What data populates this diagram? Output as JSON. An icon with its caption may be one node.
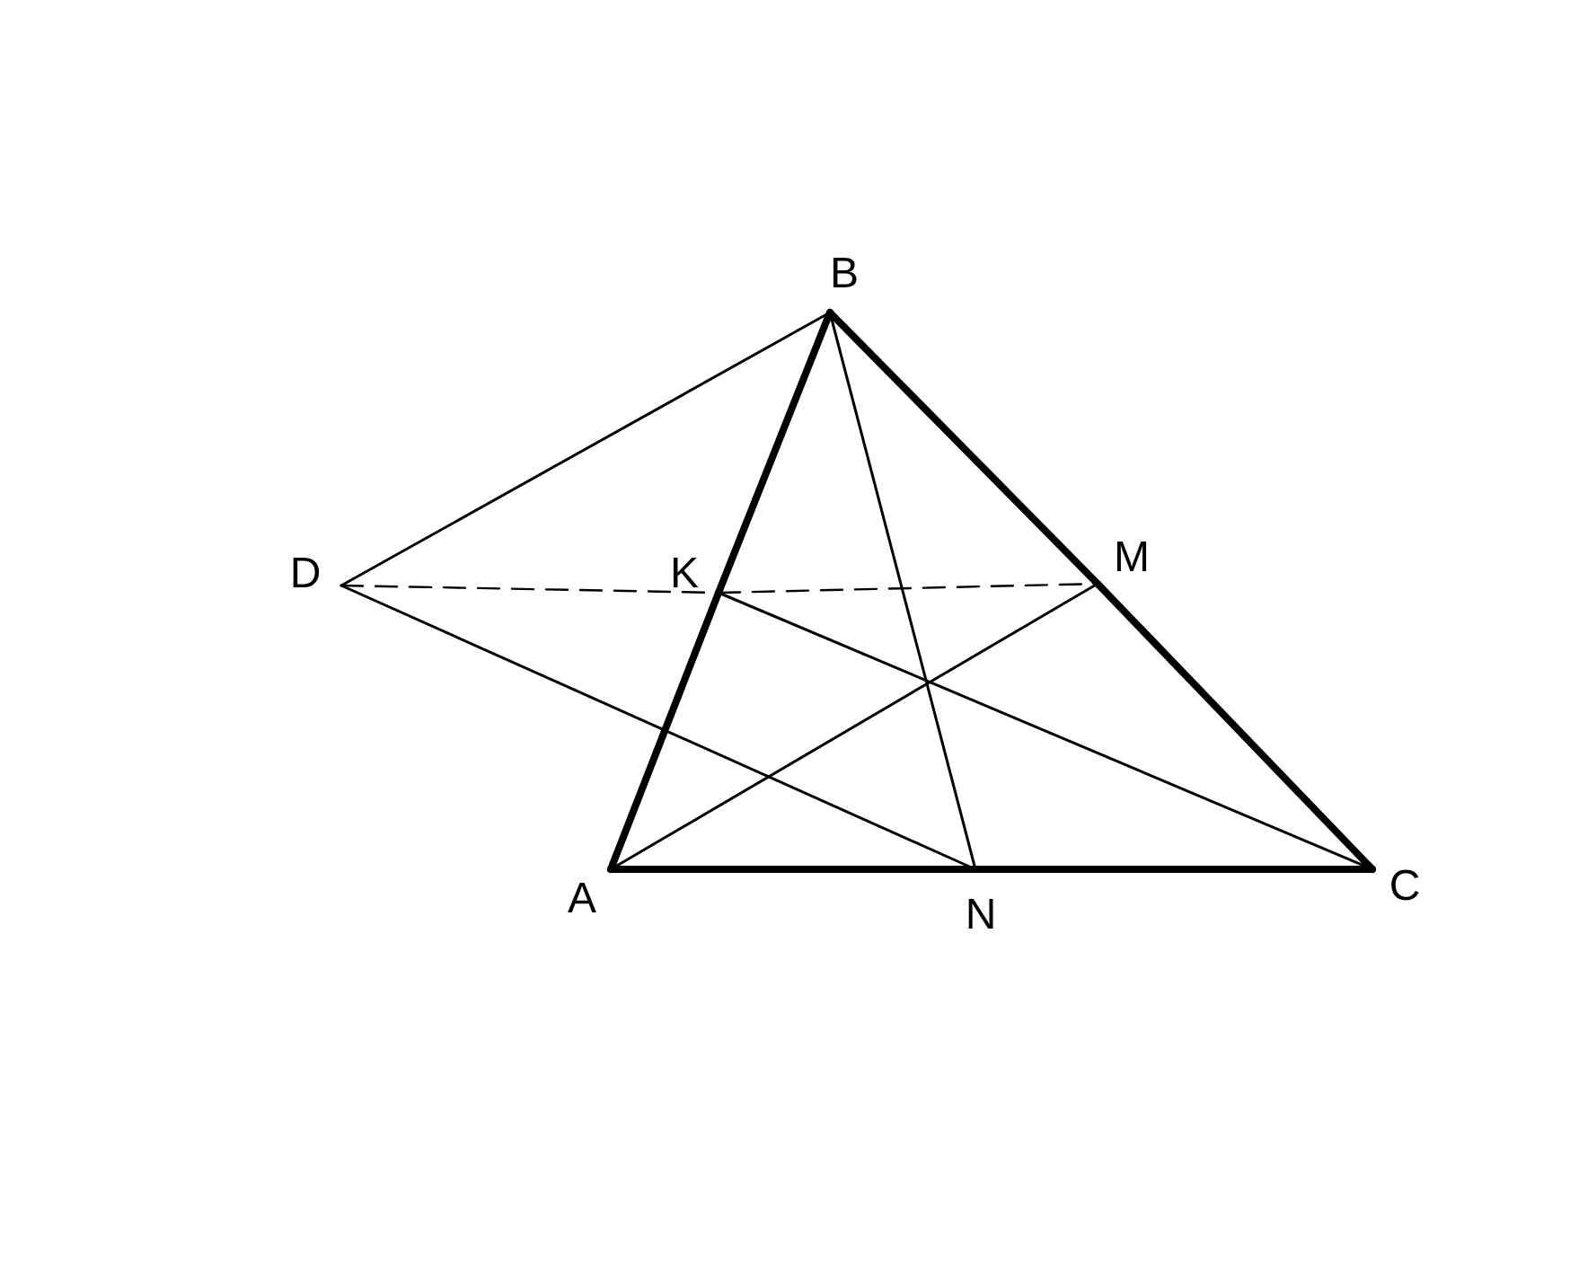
{
  "diagram": {
    "nodes": [
      {
        "text": [
          "A"
        ]
      },
      {
        "text": [
          "B"
        ]
      },
      {
        "text": [
          "C"
        ]
      },
      {
        "text": [
          "D"
        ]
      },
      {
        "text": [
          "K"
        ]
      },
      {
        "text": [
          "M"
        ]
      },
      {
        "text": [
          "N"
        ]
      }
    ],
    "edges": [
      {
        "from": 0,
        "to": 4,
        "arrow": "none",
        "style": "thick"
      },
      {
        "from": 4,
        "to": 1,
        "arrow": "none",
        "style": "thick"
      },
      {
        "from": 1,
        "to": 5,
        "arrow": "none",
        "style": "thick"
      },
      {
        "from": 5,
        "to": 2,
        "arrow": "none",
        "style": "thick"
      },
      {
        "from": 0,
        "to": 6,
        "arrow": "none",
        "style": "thick"
      },
      {
        "from": 6,
        "to": 2,
        "arrow": "none",
        "style": "thick"
      },
      {
        "from": 1,
        "to": 6,
        "arrow": "none"
      },
      {
        "from": 0,
        "to": 5,
        "arrow": "none"
      },
      {
        "from": 4,
        "to": 2,
        "arrow": "none"
      },
      {
        "from": 3,
        "to": 1,
        "arrow": "none"
      },
      {
        "from": 3,
        "to": 6,
        "arrow": "none"
      },
      {
        "from": 3,
        "to": 4,
        "arrow": "none",
        "style": "dashed"
      },
      {
        "from": 4,
        "to": 5,
        "arrow": "none",
        "style": "dashed"
      }
    ]
  }
}
